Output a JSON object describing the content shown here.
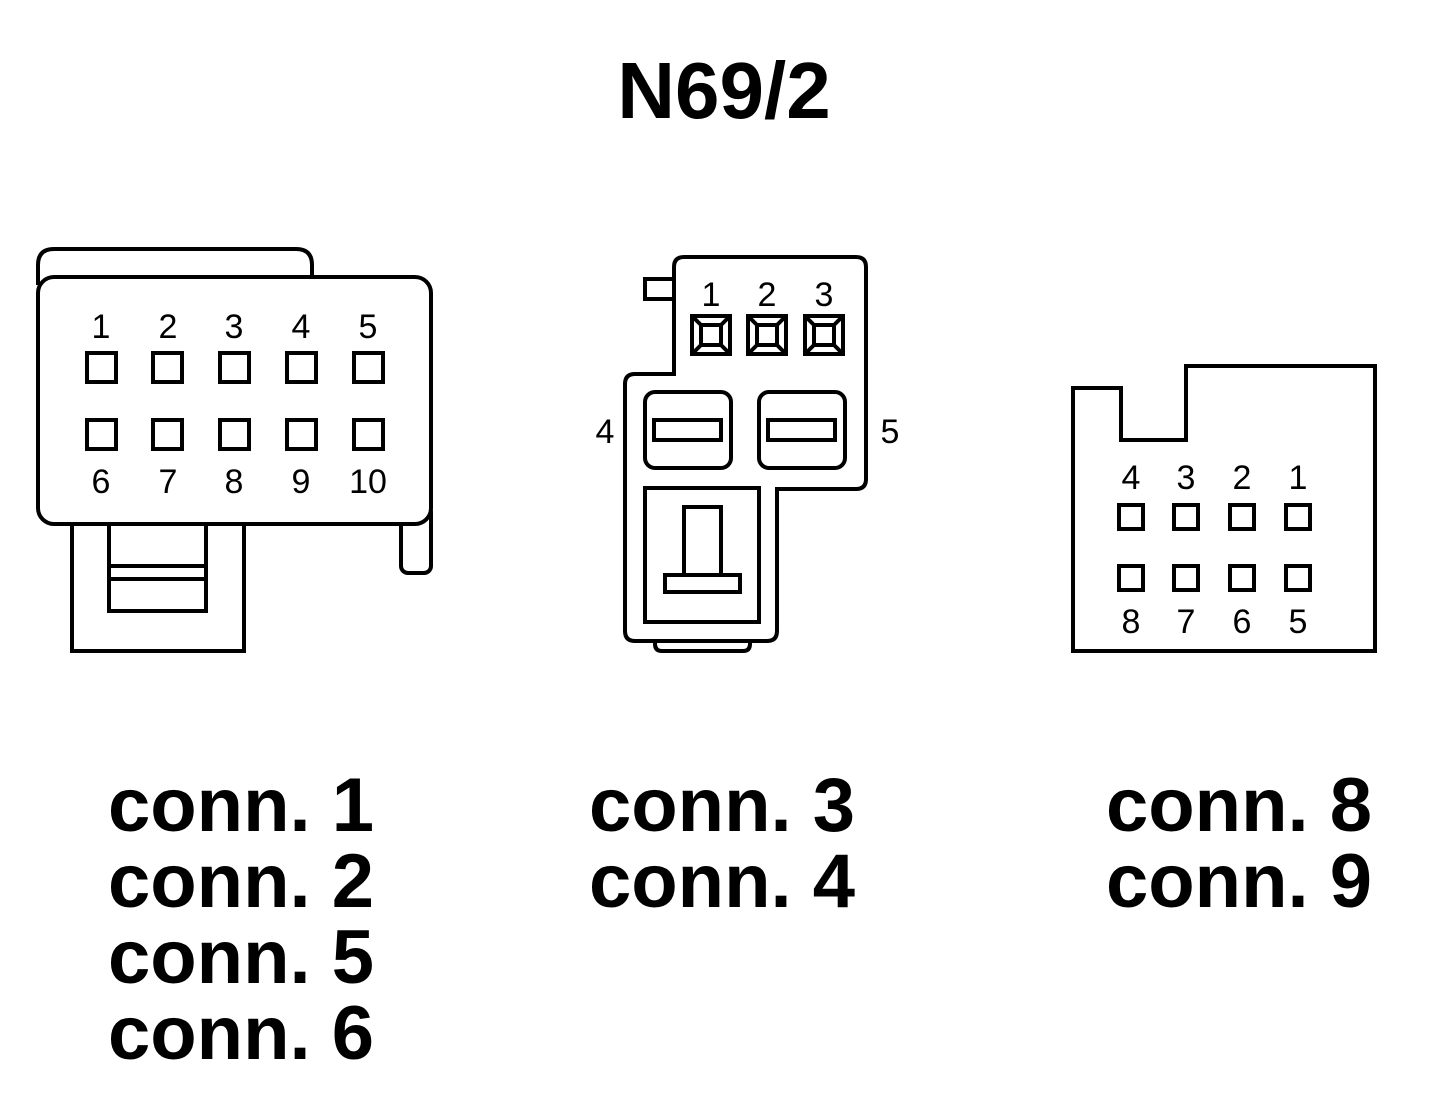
{
  "title": "N69/2",
  "connector_a": {
    "top_pins": [
      "1",
      "2",
      "3",
      "4",
      "5"
    ],
    "bottom_pins": [
      "6",
      "7",
      "8",
      "9",
      "10"
    ],
    "labels": [
      "conn. 1",
      "conn. 2",
      "conn. 5",
      "conn. 6"
    ]
  },
  "connector_b": {
    "top_pins": [
      "1",
      "2",
      "3"
    ],
    "left_pin": "4",
    "right_pin": "5",
    "labels": [
      "conn. 3",
      "conn. 4"
    ]
  },
  "connector_c": {
    "top_pins": [
      "4",
      "3",
      "2",
      "1"
    ],
    "bottom_pins": [
      "8",
      "7",
      "6",
      "5"
    ],
    "labels": [
      "conn. 8",
      "conn. 9"
    ]
  }
}
